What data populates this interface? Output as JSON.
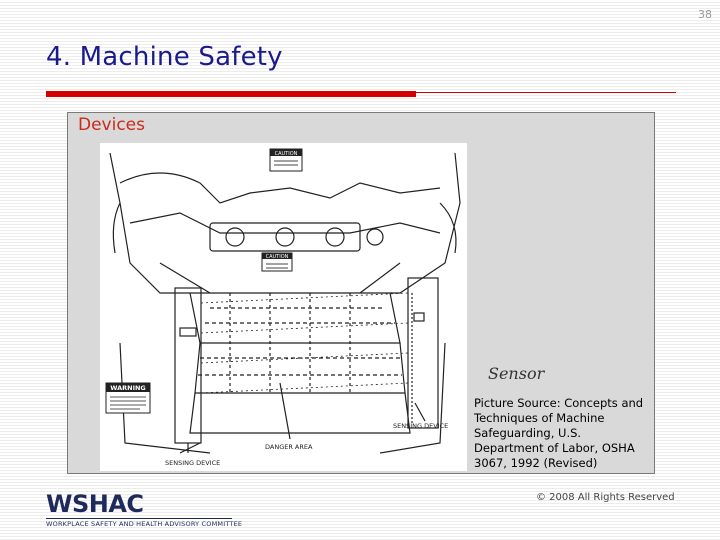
{
  "slide": {
    "number": "38"
  },
  "header": {
    "title": "4. Machine Safety"
  },
  "content": {
    "subtitle": "Devices",
    "figure": {
      "labels": {
        "caution_top": "CAUTION",
        "caution_mid": "CAUTION",
        "warning": "WARNING",
        "sensing_device_left": "SENSING DEVICE",
        "sensing_device_right": "SENSING DEVICE",
        "danger_area": "DANGER AREA"
      }
    },
    "sensor_label": "Sensor",
    "source": "Picture Source: Concepts and Techniques of Machine Safeguarding, U.S. Department of Labor, OSHA 3067, 1992 (Revised)"
  },
  "footer": {
    "copyright": "© 2008 All Rights Reserved",
    "logo": {
      "name": "WSHAC",
      "subtitle": "WORKPLACE SAFETY AND HEALTH ADVISORY COMMITTEE"
    }
  },
  "colors": {
    "title": "#1a1a8c",
    "subtitle": "#cc2a1a",
    "rule": "#d40000",
    "panel": "#d9d9d9",
    "logo": "#1f2a5c"
  }
}
